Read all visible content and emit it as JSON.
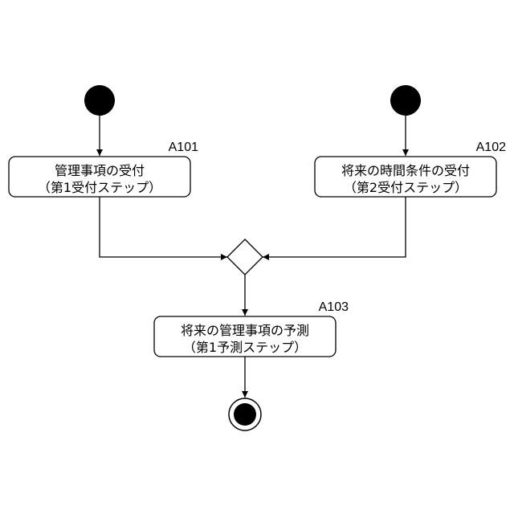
{
  "diagram": {
    "activities": [
      {
        "ref": "A101",
        "line1": "管理事項の受付",
        "line2": "（第1受付ステップ）"
      },
      {
        "ref": "A102",
        "line1": "将来の時間条件の受付",
        "line2": "（第2受付ステップ）"
      },
      {
        "ref": "A103",
        "line1": "将来の管理事項の予測",
        "line2": "（第1予測ステップ）"
      }
    ]
  }
}
